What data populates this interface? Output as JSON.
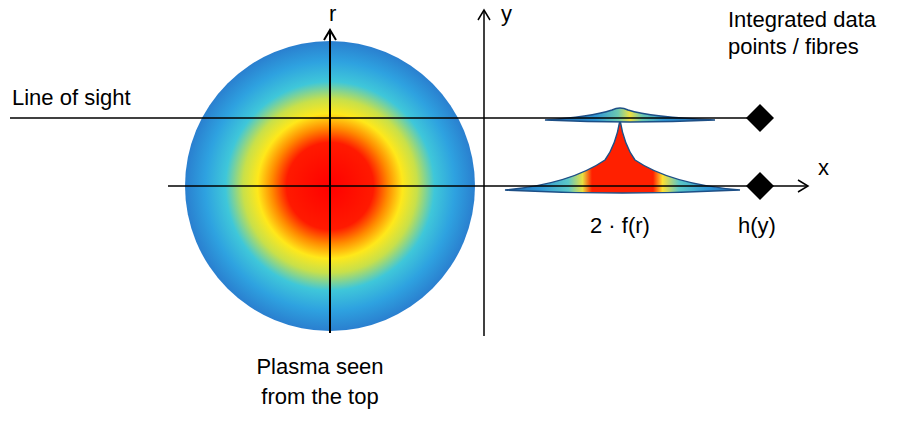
{
  "diagram": {
    "labels": [
      "r",
      "y",
      "x",
      "Line of sight",
      "Integrated data points / fibres",
      "2 · f(r)",
      "h(y)",
      "Plasma seen from the top"
    ]
  }
}
